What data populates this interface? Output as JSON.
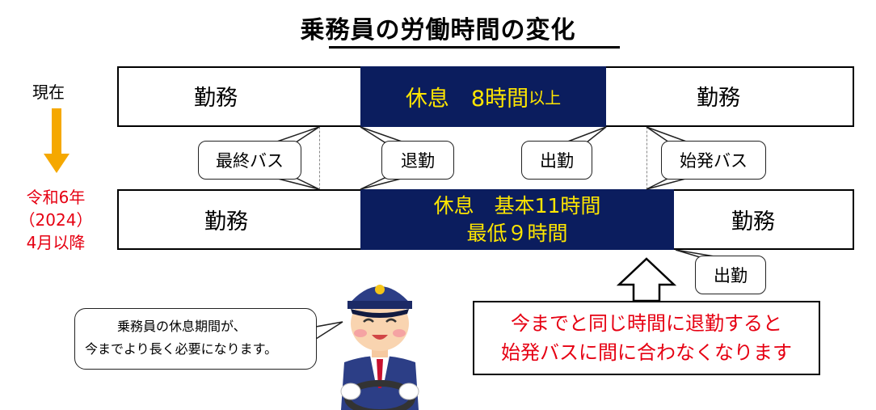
{
  "title": "乗務員の労働時間の変化",
  "side": {
    "now": "現在",
    "future_line1": "令和6年",
    "future_line2": "（2024）",
    "future_line3": "4月以降"
  },
  "top_row": {
    "work_left": "勤務",
    "rest_main": "休息　8時間",
    "rest_suffix": "以上",
    "work_right": "勤務"
  },
  "bottom_row": {
    "work_left": "勤務",
    "rest_line1": "休息　基本11時間",
    "rest_line2": "最低９時間",
    "work_right": "勤務"
  },
  "callouts": {
    "last_bus": "最終バス",
    "leave_work": "退勤",
    "start_work": "出勤",
    "first_bus": "始発バス",
    "start_work_new": "出勤"
  },
  "info_box": {
    "line1": "今までと同じ時間に退勤すると",
    "line2": "始発バスに間に合わなくなります"
  },
  "speech": {
    "line1": "乗務員の休息期間が、",
    "line2": "今までより長く必要になります。"
  },
  "colors": {
    "rest_bg": "#0b1d5e",
    "rest_text": "#ffe600",
    "accent_red": "#e60012",
    "arrow": "#f5a800"
  }
}
